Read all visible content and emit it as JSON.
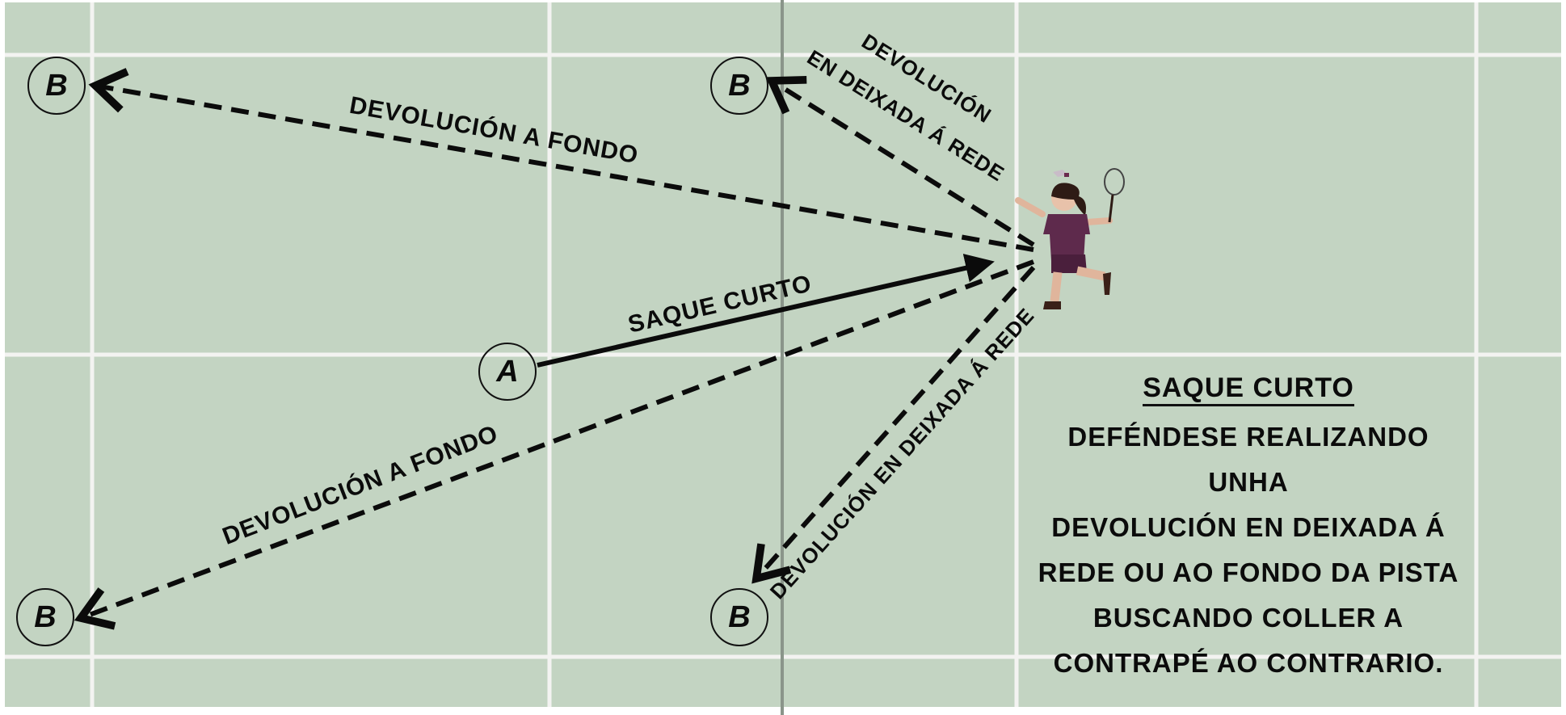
{
  "colors": {
    "court": "#c3d4c2",
    "lines": "#f3f3f1",
    "net": "#8a958a",
    "ink": "#0b0b0b"
  },
  "players": {
    "a": "A",
    "b_top_left": "B",
    "b_top_mid": "B",
    "b_bottom_left": "B",
    "b_bottom_mid": "B"
  },
  "labels": {
    "return_deep_top": "DEVOLUCIÓN A FONDO",
    "return_net_top_1": "DEVOLUCIÓN",
    "return_net_top_2": "EN DEIXADA Á REDE",
    "short_serve": "SAQUE CURTO",
    "return_deep_bottom": "DEVOLUCIÓN A FONDO",
    "return_net_bottom": "DEVOLUCIÓN EN DEIXADA Á REDE"
  },
  "info": {
    "title": "SAQUE CURTO",
    "lines": [
      "DEFÉNDESE REALIZANDO UNHA",
      "DEVOLUCIÓN EN DEIXADA Á",
      "REDE OU AO FONDO DA PISTA",
      "BUSCANDO COLLER A",
      "CONTRAPÉ AO CONTRARIO."
    ]
  }
}
